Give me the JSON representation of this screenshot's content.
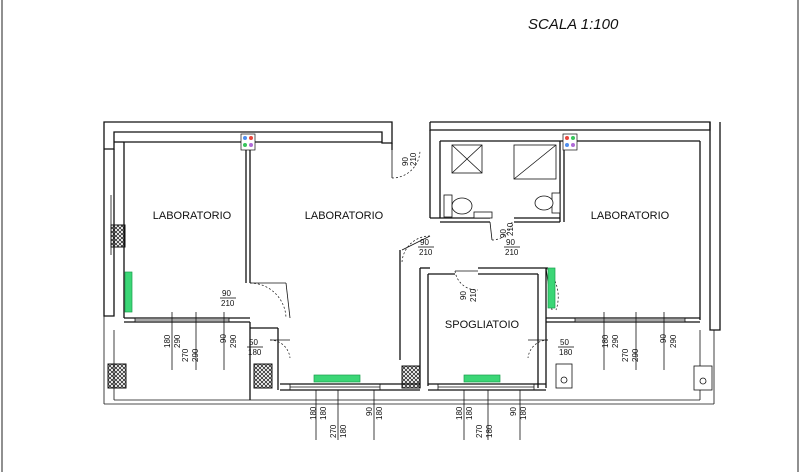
{
  "scale_label": "SCALA 1:100",
  "rooms": {
    "lab_left": "LABORATORIO",
    "lab_center": "LABORATORIO",
    "lab_right": "LABORATORIO",
    "locker": "SPOGLIATOIO"
  },
  "door_labels": {
    "entrance_top": [
      "90",
      "210"
    ],
    "lab_left_door": [
      "90",
      "210"
    ],
    "hall_door_left": [
      "90",
      "210"
    ],
    "wc_door": [
      "90",
      "210"
    ],
    "wc_door_b": [
      "90",
      "210"
    ],
    "locker_door": [
      "90",
      "210"
    ]
  },
  "window_labels": {
    "lab_left_a": [
      "180",
      "290"
    ],
    "lab_left_b": [
      "270",
      "290"
    ],
    "lab_left_c": [
      "90",
      "290"
    ],
    "step_left": [
      "50",
      "180"
    ],
    "step_right": [
      "50",
      "180"
    ],
    "lab_right_a": [
      "180",
      "290"
    ],
    "lab_right_b": [
      "270",
      "290"
    ],
    "lab_right_c": [
      "90",
      "290"
    ],
    "bottom_a": [
      "180",
      "180"
    ],
    "bottom_b": [
      "270",
      "180"
    ],
    "bottom_c": [
      "90",
      "180"
    ],
    "bottom_d": [
      "180",
      "180"
    ],
    "bottom_e": [
      "270",
      "180"
    ],
    "bottom_f": [
      "90",
      "180"
    ]
  },
  "icon_names": [
    "electrical-panel-icon",
    "shower-icon",
    "toilet-icon",
    "bidet-icon",
    "washbasin-icon",
    "radiator-icon",
    "chimney-icon"
  ],
  "colors": {
    "radiator": "#3bd676",
    "panel_red": "#e8453c",
    "panel_green": "#37c55b",
    "panel_blue": "#4f8ff0",
    "panel_purple": "#b06ad8"
  }
}
